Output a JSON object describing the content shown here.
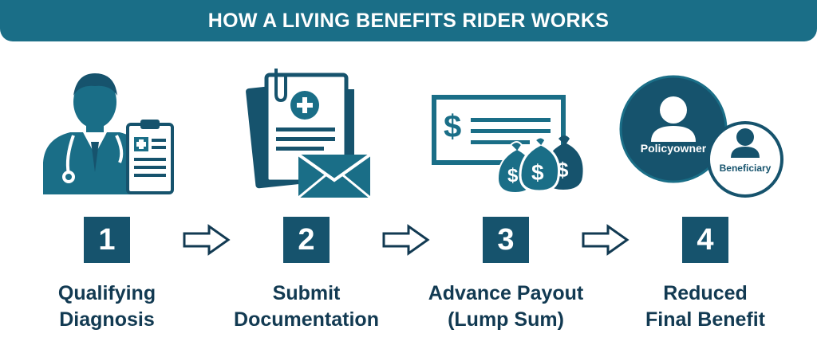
{
  "banner": {
    "title": "HOW A LIVING BENEFITS RIDER WORKS"
  },
  "colors": {
    "teal": "#1a6e87",
    "navy": "#16536d",
    "dark_navy": "#123a52",
    "white": "#ffffff"
  },
  "steps": [
    {
      "number": "1",
      "label_line1": "Qualifying",
      "label_line2": "Diagnosis",
      "icon": "doctor-icon"
    },
    {
      "number": "2",
      "label_line1": "Submit",
      "label_line2": "Documentation",
      "icon": "documents-icon"
    },
    {
      "number": "3",
      "label_line1": "Advance Payout",
      "label_line2": "(Lump Sum)",
      "icon": "payout-icon"
    },
    {
      "number": "4",
      "label_line1": "Reduced",
      "label_line2": "Final Benefit",
      "icon": "people-icon"
    }
  ],
  "step4": {
    "primary_person": "Policyowner",
    "secondary_person": "Beneficiary"
  },
  "arrow_icon": "right-arrow-icon"
}
